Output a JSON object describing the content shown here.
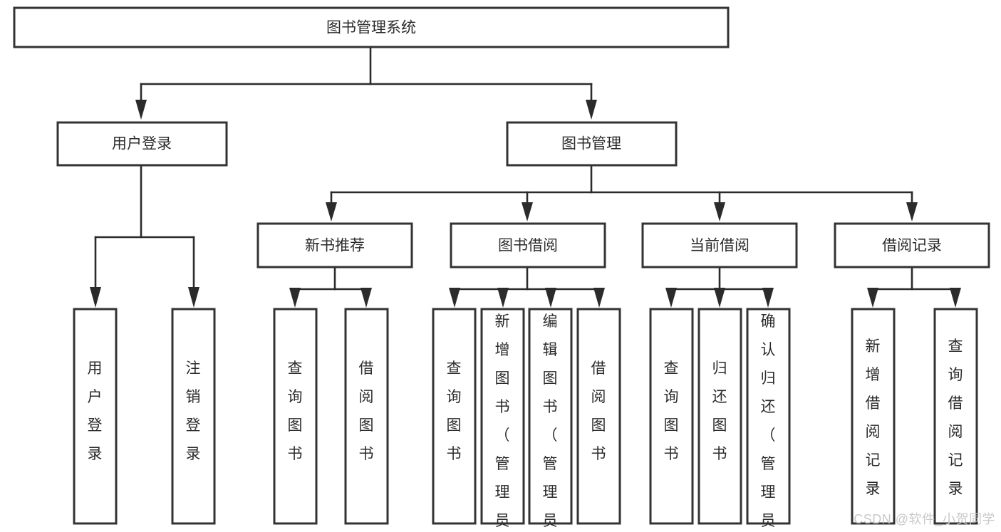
{
  "diagram": {
    "type": "tree-hierarchy",
    "title": "图书管理系统",
    "watermark": "CSDN @软件_小贺同学",
    "colors": {
      "box_fill": "#ffffff",
      "box_stroke": "#333333",
      "text": "#2b2b2b",
      "edge": "#2b2b2b",
      "watermark": "#c9c9c9",
      "background": "#ffffff"
    },
    "levels": {
      "root": {
        "label": "图书管理系统"
      },
      "level2": [
        {
          "id": "user-login",
          "label": "用户登录"
        },
        {
          "id": "book-management",
          "label": "图书管理"
        }
      ],
      "level3": [
        {
          "id": "new-book-recommend",
          "label": "新书推荐"
        },
        {
          "id": "book-borrow",
          "label": "图书借阅"
        },
        {
          "id": "current-borrow",
          "label": "当前借阅"
        },
        {
          "id": "borrow-record",
          "label": "借阅记录"
        }
      ],
      "leaves": {
        "user_login": [
          {
            "id": "leaf-user-login",
            "label": "用户登录"
          },
          {
            "id": "leaf-logout-login",
            "label": "注销登录"
          }
        ],
        "new_book_recommend": [
          {
            "id": "leaf-query-book-1",
            "label": "查询图书"
          },
          {
            "id": "leaf-borrow-book-1",
            "label": "借阅图书"
          }
        ],
        "book_borrow": [
          {
            "id": "leaf-query-book-2",
            "label": "查询图书"
          },
          {
            "id": "leaf-add-book",
            "label": "新增图书（管理员）"
          },
          {
            "id": "leaf-edit-book",
            "label": "编辑图书（管理员）"
          },
          {
            "id": "leaf-borrow-book-2",
            "label": "借阅图书"
          }
        ],
        "current_borrow": [
          {
            "id": "leaf-query-book-3",
            "label": "查询图书"
          },
          {
            "id": "leaf-return-book",
            "label": "归还图书"
          },
          {
            "id": "leaf-confirm-return",
            "label": "确认归还（管理员）"
          }
        ],
        "borrow_record": [
          {
            "id": "leaf-add-borrow-record",
            "label": "新增借阅记录"
          },
          {
            "id": "leaf-query-borrow-record",
            "label": "查询借阅记录"
          }
        ]
      }
    }
  }
}
